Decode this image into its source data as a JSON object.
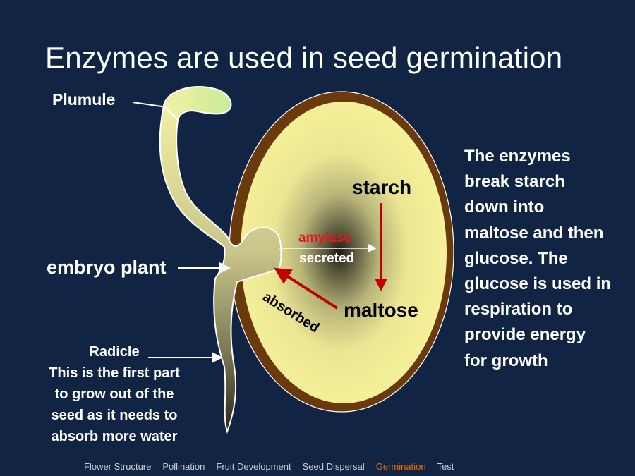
{
  "slide": {
    "title": "Enzymes are used in seed germination",
    "labels": {
      "plumule": "Plumule",
      "embryo_plant": "embryo plant",
      "radicle_lines": [
        "Radicle",
        "This is the first part",
        "to grow out of the",
        "seed as it needs to",
        "absorb more water"
      ],
      "starch": "starch",
      "maltose": "maltose",
      "amylase": "amylase",
      "secreted": "secreted",
      "absorbed": "absorbed"
    },
    "explanation_lines": [
      "The enzymes",
      "break starch",
      "down into",
      "maltose and then",
      "glucose. The",
      "glucose is used in",
      "respiration to",
      "provide energy",
      "for growth"
    ],
    "colors": {
      "background": "#122444",
      "seed_coat": "#6b3a0c",
      "endosperm": "#f5f097",
      "arrow_red": "#c00000",
      "nav_active": "#e46c0a"
    }
  },
  "nav": {
    "items": [
      {
        "label": "Flower Structure",
        "active": false
      },
      {
        "label": "Pollination",
        "active": false
      },
      {
        "label": "Fruit Development",
        "active": false
      },
      {
        "label": "Seed Dispersal",
        "active": false
      },
      {
        "label": "Germination",
        "active": true
      },
      {
        "label": "Test",
        "active": false
      }
    ]
  }
}
